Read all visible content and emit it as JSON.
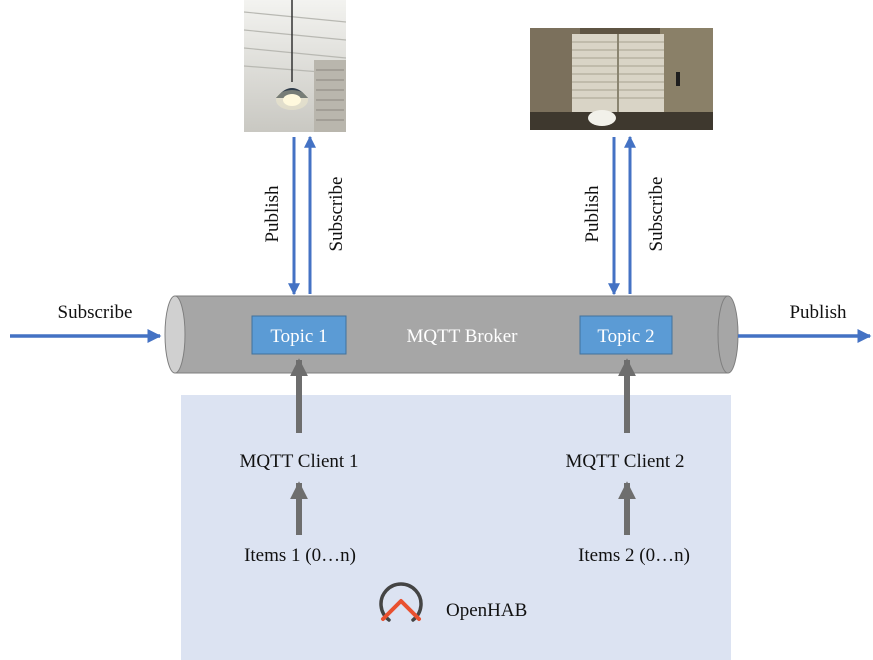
{
  "broker": {
    "label": "MQTT Broker",
    "topics": [
      {
        "label": "Topic 1"
      },
      {
        "label": "Topic 2"
      }
    ]
  },
  "flows": {
    "left_in": "Subscribe",
    "right_out": "Publish",
    "device1": {
      "down": "Publish",
      "up": "Subscribe"
    },
    "device2": {
      "down": "Publish",
      "up": "Subscribe"
    }
  },
  "openhab": {
    "title": "OpenHAB",
    "clients": [
      {
        "label": "MQTT Client 1",
        "items": "Items 1 (0…n)"
      },
      {
        "label": "MQTT Client 2",
        "items": "Items 2 (0…n)"
      }
    ]
  },
  "colors": {
    "arrow_blue": "#4472C4",
    "arrow_gray": "#6E6E6E",
    "pipe": "#A6A6A6",
    "pipe_end": "#D0D0D0",
    "topic_box": "#5B9BD5",
    "openhab_panel": "#DCE3F2",
    "logo_dark": "#444444",
    "logo_orange": "#E8502F"
  },
  "images": [
    {
      "name": "pendant-lamp-photo"
    },
    {
      "name": "window-blinds-photo"
    }
  ]
}
